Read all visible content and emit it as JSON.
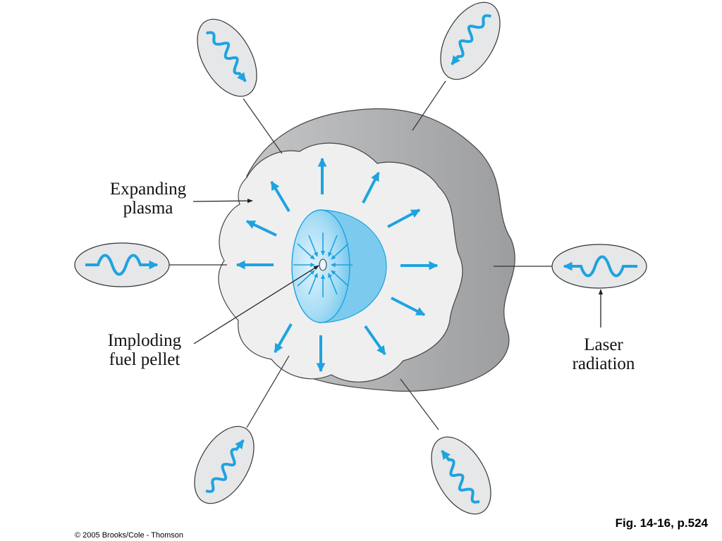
{
  "labels": {
    "expanding_plasma": [
      "Expanding",
      "plasma"
    ],
    "imploding_pellet": [
      "Imploding",
      "fuel pellet"
    ],
    "laser_radiation": [
      "Laser",
      "radiation"
    ]
  },
  "caption": "Fig. 14-16, p.524",
  "copyright": "© 2005 Brooks/Cole - Thomson",
  "colors": {
    "arrow_blue": "#1ea3e0",
    "plasma_light": "#eeeeef",
    "plasma_shadow": "#a9aaac",
    "pellet_blue": "#8fd2f1",
    "beam_ellipse": "#e6e7e8"
  },
  "icons": {
    "laser_beam": "wavy-arrow-in-ellipse",
    "plasma_flow": "straight-arrow-outward",
    "implosion": "straight-arrow-inward"
  }
}
